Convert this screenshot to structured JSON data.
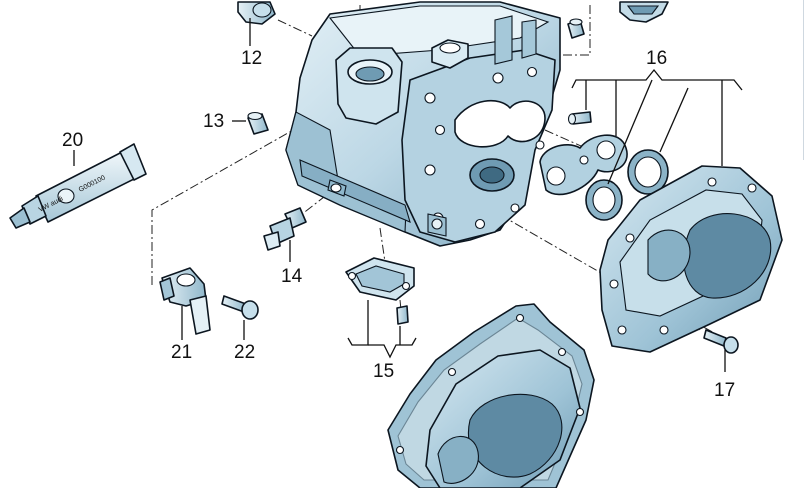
{
  "figure": {
    "type": "exploded-parts-diagram",
    "background": "#ffffff",
    "part_fill_light": "#d3e6ef",
    "part_fill_mid": "#a9cadb",
    "part_fill_dark": "#7ea9c0",
    "outline": "#0c1620"
  },
  "callouts": {
    "c12": "12",
    "c13": "13",
    "c14": "14",
    "c15": "15",
    "c16": "16",
    "c17": "17",
    "c20": "20",
    "c21": "21",
    "c22": "22"
  },
  "tube_label": {
    "brand_mark": "VW audi",
    "part_number": "G000100"
  }
}
